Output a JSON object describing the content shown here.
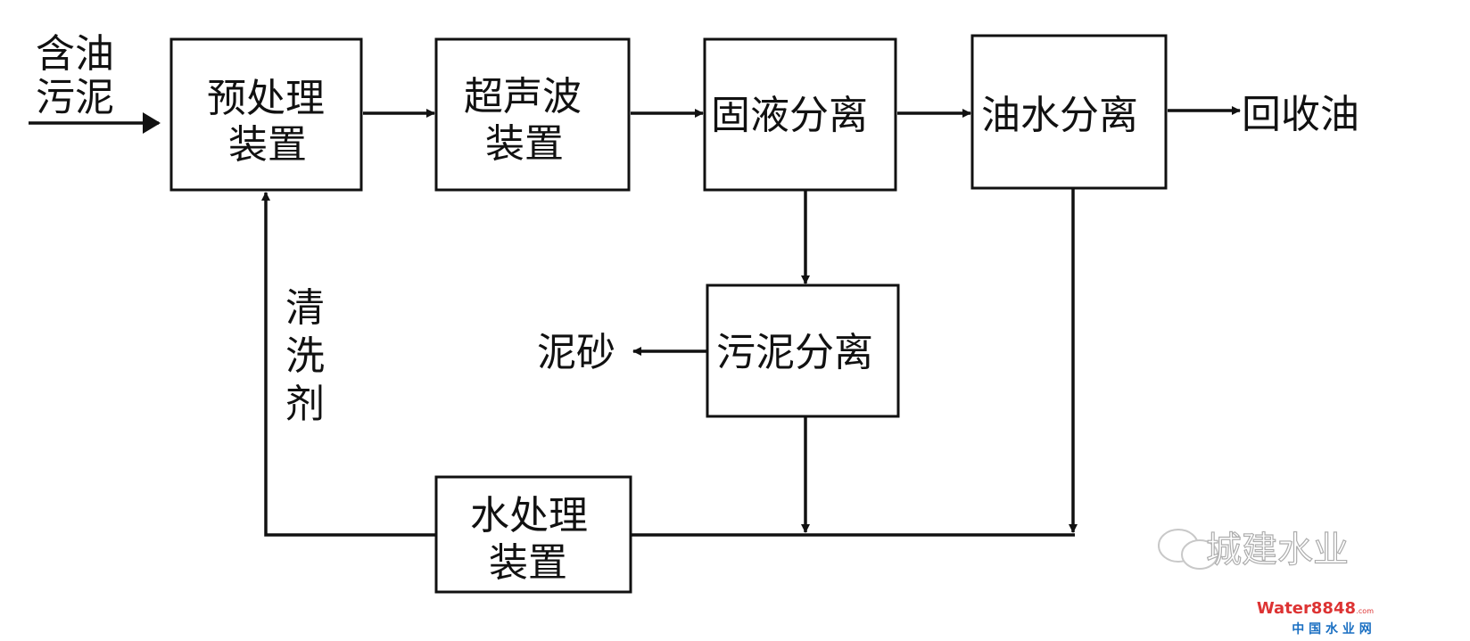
{
  "input_label": [
    "含油",
    "污泥"
  ],
  "boxes": {
    "pretreatment": [
      "预处理",
      "装置"
    ],
    "ultrasonic": [
      "超声波",
      "装置"
    ],
    "solid_liquid": "固液分离",
    "oil_water": "油水分离",
    "sludge_separation": "污泥分离",
    "water_treatment": [
      "水处理",
      "装置"
    ]
  },
  "outputs": {
    "recovered_oil": "回收油",
    "sand": "泥砂"
  },
  "cleaning_agent": [
    "清",
    "洗",
    "剂"
  ],
  "watermark": {
    "wechat": "城建水业",
    "site_brand": "Water8848",
    "site_suffix": ".com",
    "site_name": "中 国 水 业 网"
  }
}
